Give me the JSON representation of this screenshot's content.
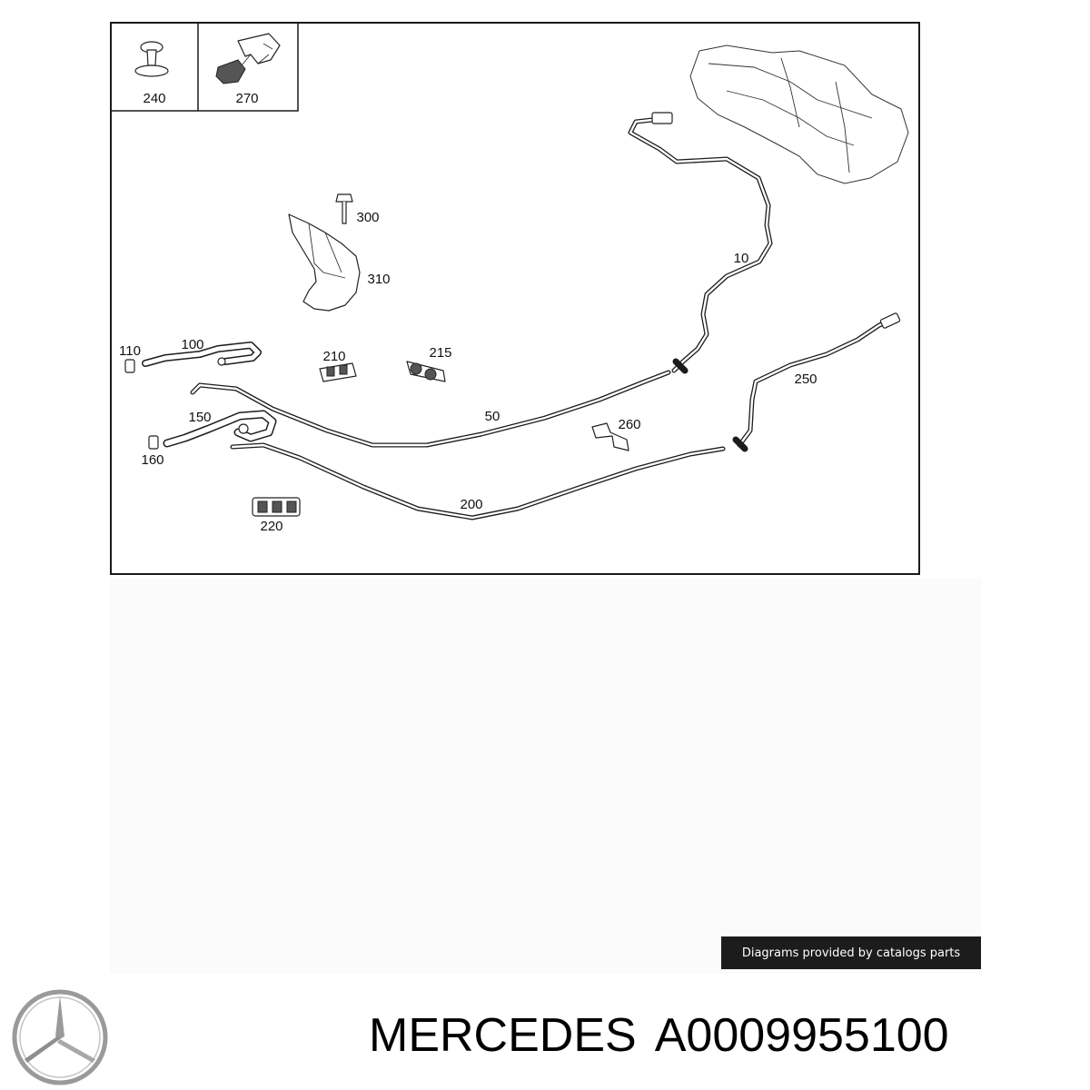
{
  "diagram": {
    "inset_callouts": [
      "240",
      "270"
    ],
    "callouts": {
      "c10": "10",
      "c50": "50",
      "c100": "100",
      "c110": "110",
      "c150": "150",
      "c160": "160",
      "c200": "200",
      "c210": "210",
      "c215": "215",
      "c220": "220",
      "c250": "250",
      "c260": "260",
      "c300": "300",
      "c310": "310"
    }
  },
  "credit": {
    "text": "Diagrams provided by catalogs parts"
  },
  "brand": {
    "name": "MERCEDES",
    "part_number": "A0009955100",
    "logo_icon": "mercedes-star-icon"
  },
  "colors": {
    "banner_background": "#1c1c1c",
    "banner_text": "#ffffff",
    "logo_grey": "#9a9a9a"
  }
}
